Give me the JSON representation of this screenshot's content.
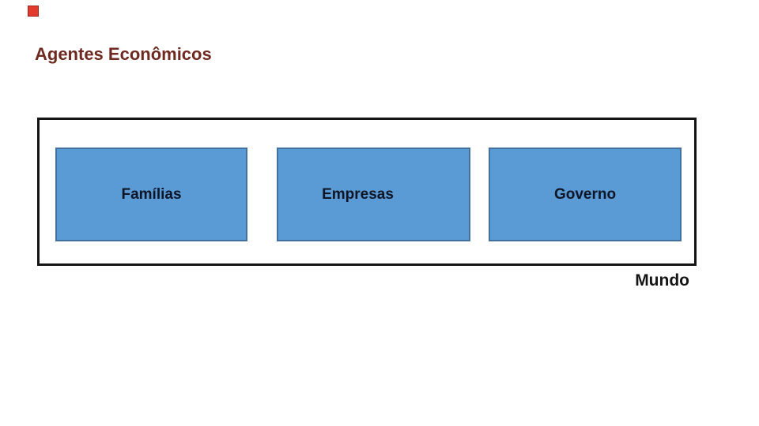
{
  "slide": {
    "title": "Agentes Econômicos",
    "agents": [
      {
        "label": "Famílias"
      },
      {
        "label": "Empresas"
      },
      {
        "label": "Governo"
      }
    ],
    "world_label": "Mundo",
    "colors": {
      "accent_square_fill": "#e23b2e",
      "accent_square_border": "#9c2419",
      "title_text": "#6e2a20",
      "agent_box_fill": "#5b9bd5",
      "agent_box_border": "#41719c",
      "agent_label_text": "#0e1526",
      "world_container_border": "#141414",
      "world_label_text": "#141414",
      "background": "#ffffff"
    }
  }
}
